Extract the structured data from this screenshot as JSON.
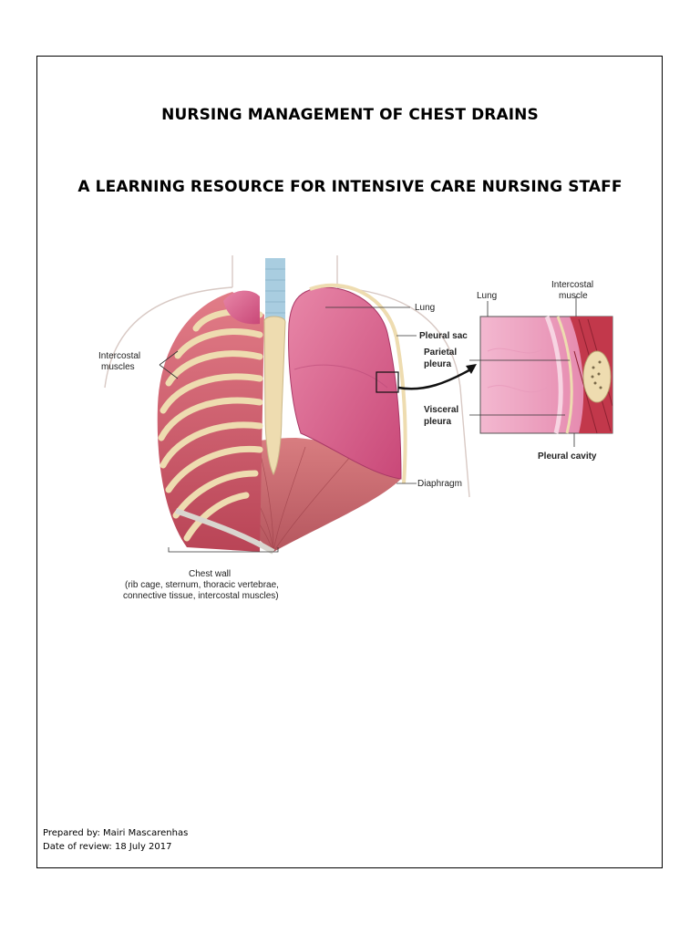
{
  "document": {
    "title": "NURSING MANAGEMENT OF CHEST DRAINS",
    "subtitle": "A LEARNING RESOURCE FOR INTENSIVE CARE NURSING STAFF"
  },
  "figure": {
    "labels": {
      "intercostal_muscles_l1": "Intercostal",
      "intercostal_muscles_l2": "muscles",
      "lung": "Lung",
      "pleural_sac": "Pleural sac",
      "parietal_pleura_l1": "Parietal",
      "parietal_pleura_l2": "pleura",
      "visceral_pleura_l1": "Visceral",
      "visceral_pleura_l2": "pleura",
      "diaphragm": "Diaphragm",
      "inset_lung": "Lung",
      "inset_intercostal_l1": "Intercostal",
      "inset_intercostal_l2": "muscle",
      "pleural_cavity": "Pleural cavity",
      "chest_wall_l1": "Chest wall",
      "chest_wall_l2": "(rib cage, sternum, thoracic vertebrae,",
      "chest_wall_l3": "connective tissue, intercostal muscles)"
    }
  },
  "footer": {
    "prepared_by": "Prepared by: Mairi Mascarenhas",
    "date_of_review": "Date of review: 18 July 2017"
  },
  "colors": {
    "lung": "#d95a86",
    "muscle": "#c94a5e",
    "bone": "#eedcb0",
    "trachea": "#a9cde0"
  }
}
